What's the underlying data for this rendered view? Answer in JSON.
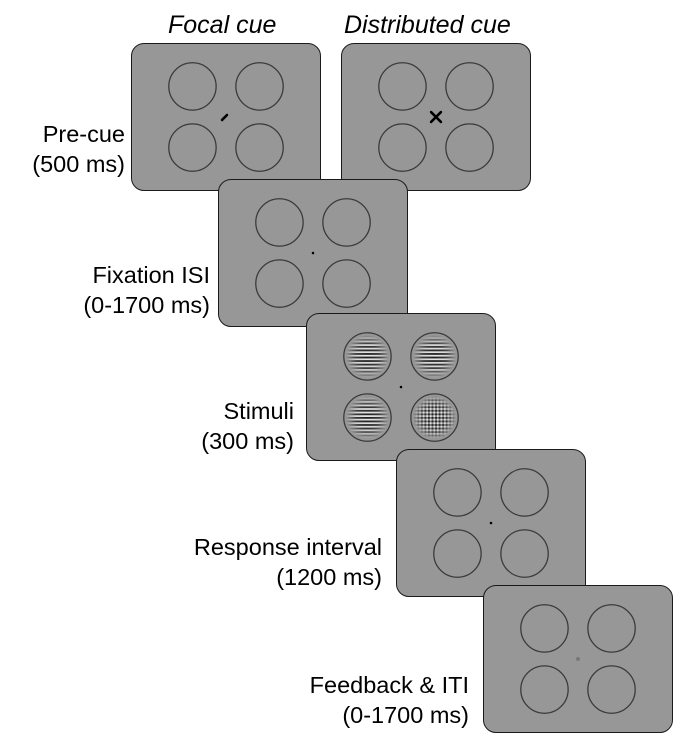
{
  "header": {
    "focal_cue": "Focal cue",
    "distributed_cue": "Distributed cue"
  },
  "stages": [
    {
      "id": "pre-cue",
      "name": "Pre-cue",
      "duration": "(500 ms)",
      "fixation": "focal-dash",
      "stimuli": "placeholders"
    },
    {
      "id": "fixation-isi",
      "name": "Fixation ISI",
      "duration": "(0-1700 ms)",
      "fixation": "dot",
      "stimuli": "placeholders"
    },
    {
      "id": "stimuli",
      "name": "Stimuli",
      "duration": "(300 ms)",
      "fixation": "dot",
      "stimuli": "gratings"
    },
    {
      "id": "response-interval",
      "name": "Response interval",
      "duration": "(1200 ms)",
      "fixation": "dot",
      "stimuli": "placeholders"
    },
    {
      "id": "feedback-iti",
      "name": "Feedback & ITI",
      "duration": "(0-1700 ms)",
      "fixation": "feedback-dot",
      "stimuli": "placeholders"
    }
  ],
  "distributed_screen": {
    "fixation": "distributed-cross",
    "stimuli": "placeholders"
  },
  "colors": {
    "screen": "#979797",
    "placeholder_stroke": "#3a3a3a",
    "feedback_dot": "#777777"
  }
}
